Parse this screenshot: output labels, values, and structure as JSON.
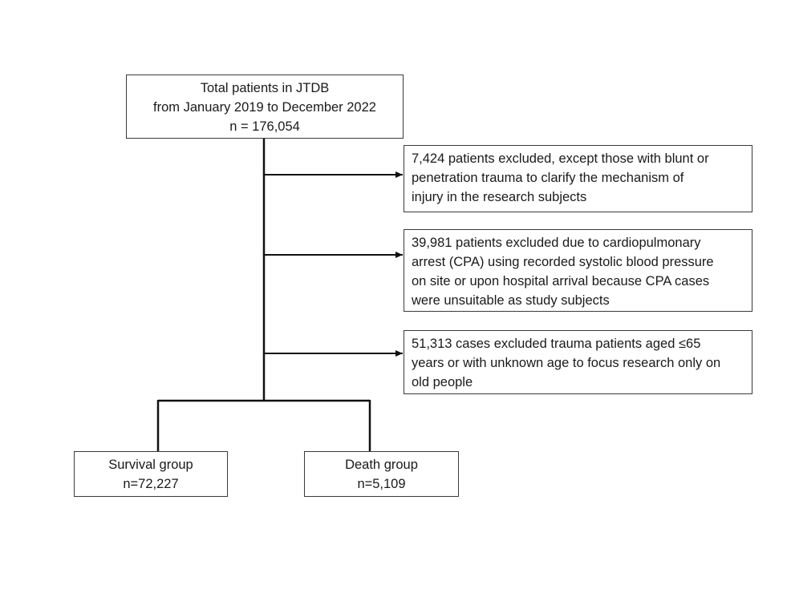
{
  "diagram": {
    "total_box": {
      "lines": [
        "Total patients in JTDB",
        "from January 2019 to December 2022",
        "n = 176,054"
      ]
    },
    "exclusions": [
      {
        "lines": [
          "7,424 patients excluded, except those with blunt or",
          "penetration trauma to clarify the mechanism of",
          "injury in the research subjects"
        ]
      },
      {
        "lines": [
          "39,981 patients excluded due to cardiopulmonary",
          "arrest  (CPA) using recorded systolic blood pressure",
          "on site or upon hospital arrival because CPA cases",
          "were unsuitable as study subjects"
        ]
      },
      {
        "lines": [
          "51,313 cases excluded trauma patients aged ≤65",
          "years or with unknown age to focus research only on",
          "old people"
        ]
      }
    ],
    "survival_box": {
      "lines": [
        "Survival group",
        "n=72,227"
      ]
    },
    "death_box": {
      "lines": [
        "Death group",
        "n=5,109"
      ]
    }
  },
  "colors": {
    "line": "#111111",
    "border": "#3a3a3a",
    "text": "#1a1a1a"
  }
}
